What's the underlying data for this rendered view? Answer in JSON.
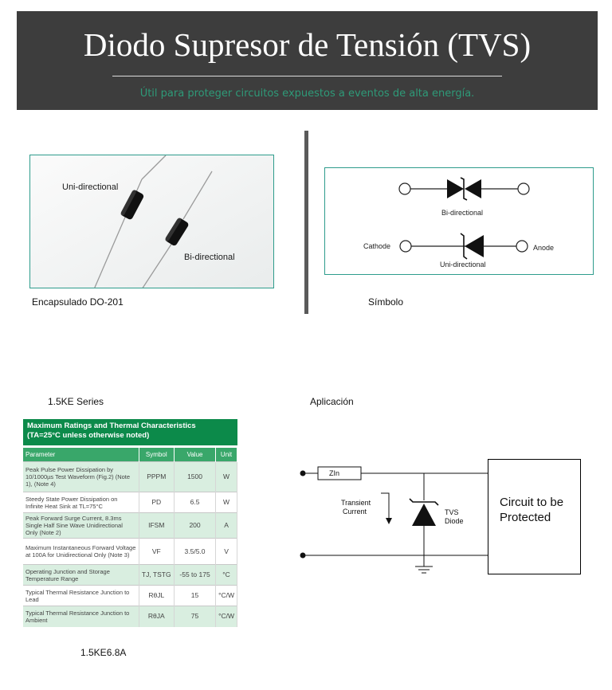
{
  "header": {
    "title": "Diodo Supresor de Tensión (TVS)",
    "subtitle": "Útil para proteger circuitos expuestos a eventos de alta energía."
  },
  "package_figure": {
    "uni_label": "Uni-directional",
    "bi_label": "Bi-directional",
    "caption": "Encapsulado DO-201"
  },
  "symbol_figure": {
    "bi_label": "Bi-directional",
    "uni_label": "Uni-directional",
    "cathode_label": "Cathode",
    "anode_label": "Anode",
    "caption": "Símbolo"
  },
  "series_section": {
    "heading": "1.5KE Series",
    "part_caption": "1.5KE6.8A",
    "table": {
      "title_line1": "Maximum Ratings and Thermal Characteristics",
      "title_line2": "(TA=25°C unless otherwise noted)",
      "headers": [
        "Parameter",
        "Symbol",
        "Value",
        "Unit"
      ],
      "rows": [
        {
          "parameter": "Peak Pulse Power Dissipation by 10/1000µs Test Waveform (Fig.2) (Note 1), (Note 4)",
          "symbol": "PPPM",
          "value": "1500",
          "unit": "W"
        },
        {
          "parameter": "Steedy State Power Dissipation on Infinite Heat Sink at TL=75°C",
          "symbol": "PD",
          "value": "6.5",
          "unit": "W"
        },
        {
          "parameter": "Peak Forward Surge Current, 8.3ms Single Half Sine Wave Unidirectional Only (Note 2)",
          "symbol": "IFSM",
          "value": "200",
          "unit": "A"
        },
        {
          "parameter": "Maximum Instantaneous Forward Voltage at 100A for Unidirectional Only (Note 3)",
          "symbol": "VF",
          "value": "3.5/5.0",
          "unit": "V"
        },
        {
          "parameter": "Operating Junction and Storage Temperature Range",
          "symbol": "TJ, TSTG",
          "value": "-55 to 175",
          "unit": "°C"
        },
        {
          "parameter": "Typical Thermal Resistance Junction to Lead",
          "symbol": "RθJL",
          "value": "15",
          "unit": "°C/W"
        },
        {
          "parameter": "Typical Thermal Resistance Junction to Ambient",
          "symbol": "RθJA",
          "value": "75",
          "unit": "°C/W"
        }
      ]
    }
  },
  "application_section": {
    "heading": "Aplicación",
    "zin_label": "ZIn",
    "transient_label_1": "Transient",
    "transient_label_2": "Current",
    "tvs_label_1": "TVS",
    "tvs_label_2": "Diode",
    "protected_line1": "Circuit to be",
    "protected_line2": "Protected"
  },
  "colors": {
    "banner_bg": "#3d3d3d",
    "subtitle": "#2e9a78",
    "table_header": "#0c8a4a",
    "frame_border": "#2e9c8c"
  }
}
